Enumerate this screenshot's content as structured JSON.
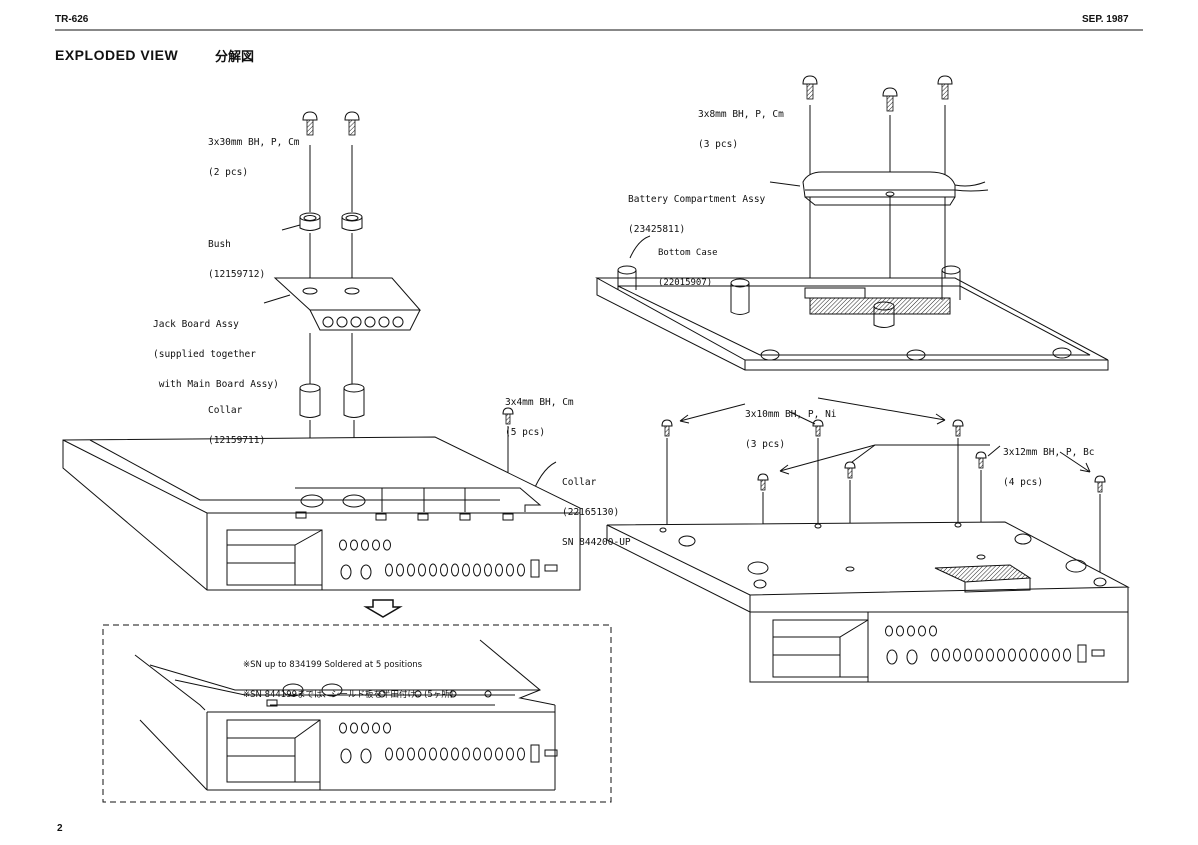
{
  "header": {
    "model": "TR-626",
    "date": "SEP. 1987"
  },
  "title": {
    "en": "EXPLODED VIEW",
    "ja": "分解図"
  },
  "labels": {
    "screw_30mm": {
      "l1": "3x30mm BH, P, Cm",
      "l2": "(2 pcs)"
    },
    "bush": {
      "l1": "Bush",
      "l2": "(12159712)"
    },
    "jack_board": {
      "l1": "Jack Board Assy",
      "l2": "(supplied together",
      "l3": " with Main Board Assy)"
    },
    "collar_upper": {
      "l1": "Collar",
      "l2": "(12159711)"
    },
    "screw_4mm": {
      "l1": "3x4mm BH, Cm",
      "l2": "(5 pcs)"
    },
    "collar_lower": {
      "l1": "Collar",
      "l2": "(22165130)",
      "l3": "SN 844200-UP"
    },
    "screw_8mm": {
      "l1": "3x8mm BH, P, Cm",
      "l2": "(3 pcs)"
    },
    "battery": {
      "l1": "Battery Compartment Assy",
      "l2": "(23425811)"
    },
    "bottom_case": {
      "l1": "Bottom Case",
      "l2": "(22015907)"
    },
    "screw_10mm": {
      "l1": "3x10mm BH, P, Ni",
      "l2": "(3 pcs)"
    },
    "screw_12mm": {
      "l1": "3x12mm BH, P, Bc",
      "l2": "(4 pcs)"
    }
  },
  "detail_note": {
    "l1": "※SN up to 834199 Soldered at 5 positions",
    "l2": "※SN 844199までは、シールド板を半田付け。(5ヶ所)"
  },
  "page_number": "2"
}
